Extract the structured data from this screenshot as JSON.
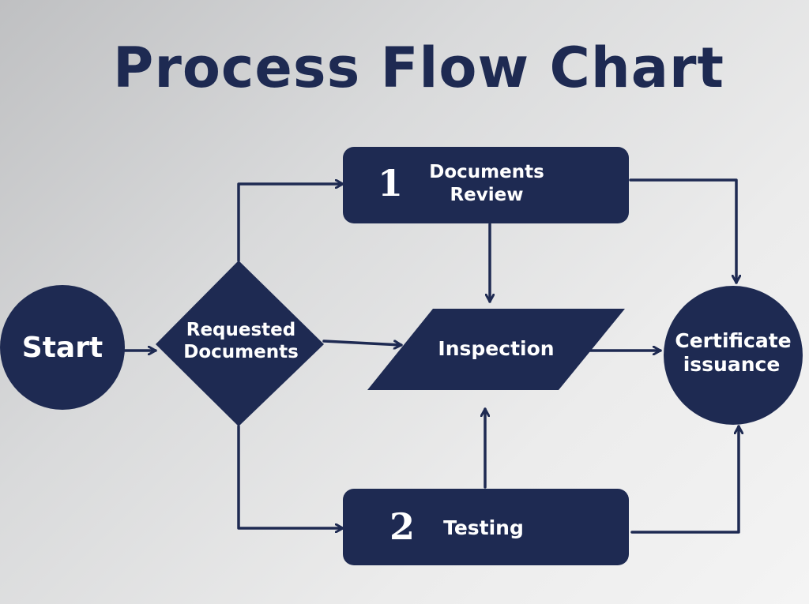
{
  "title": "Process Flow Chart",
  "colors": {
    "primary": "#1e2a52",
    "text_on_primary": "#ffffff"
  },
  "nodes": {
    "start": {
      "label": "Start",
      "shape": "circle"
    },
    "decision": {
      "label_line1": "Requested",
      "label_line2": "Documents",
      "shape": "diamond"
    },
    "review": {
      "number": "1",
      "label_line1": "Documents",
      "label_line2": "Review",
      "shape": "rounded-rectangle"
    },
    "inspection": {
      "label": "Inspection",
      "shape": "parallelogram"
    },
    "testing": {
      "number": "2",
      "label": "Testing",
      "shape": "rounded-rectangle"
    },
    "certificate": {
      "label_line1": "Certificate",
      "label_line2": "issuance",
      "shape": "circle"
    }
  },
  "edges": [
    {
      "from": "start",
      "to": "decision"
    },
    {
      "from": "decision",
      "to": "review"
    },
    {
      "from": "decision",
      "to": "inspection"
    },
    {
      "from": "decision",
      "to": "testing"
    },
    {
      "from": "review",
      "to": "inspection"
    },
    {
      "from": "testing",
      "to": "inspection"
    },
    {
      "from": "review",
      "to": "certificate"
    },
    {
      "from": "inspection",
      "to": "certificate"
    },
    {
      "from": "testing",
      "to": "certificate"
    }
  ]
}
